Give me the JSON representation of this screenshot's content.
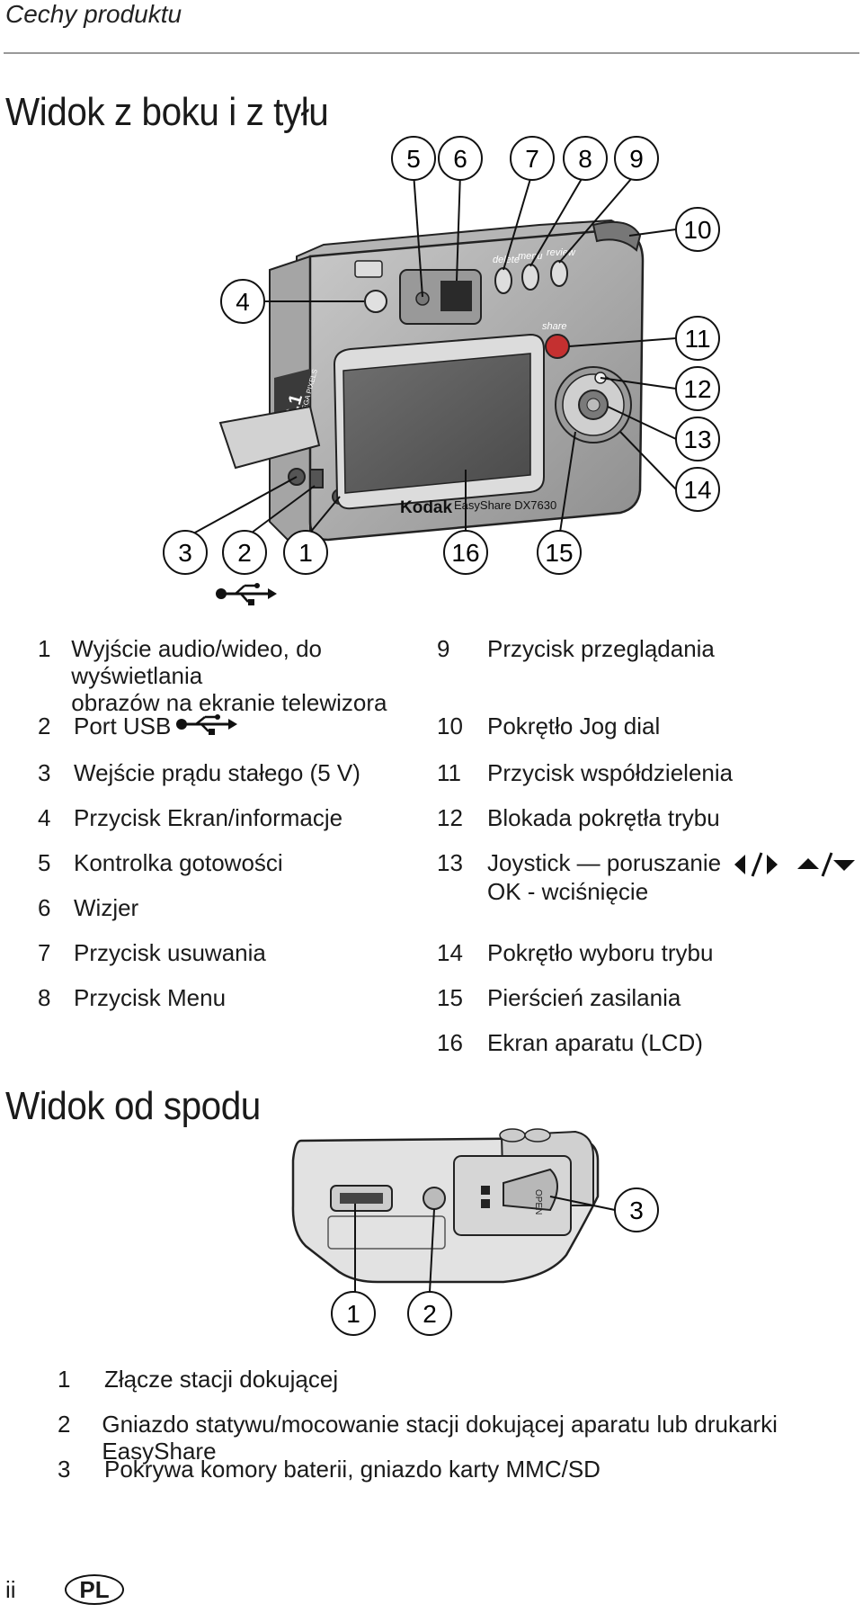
{
  "header": {
    "section": "Cechy produktu"
  },
  "side_view": {
    "title": "Widok z boku i z tyłu",
    "callouts": [
      "1",
      "2",
      "3",
      "4",
      "5",
      "6",
      "7",
      "8",
      "9",
      "10",
      "11",
      "12",
      "13",
      "14",
      "15",
      "16"
    ],
    "camera_text": {
      "brand": "Kodak",
      "model": "EasyShare DX7630",
      "mega": "6.1",
      "mega_label": "MEGA PIXELS",
      "share": "share",
      "delete": "delete",
      "menu": "menu",
      "review": "review"
    },
    "legend_left": [
      {
        "num": "1",
        "text": "Wyjście audio/wideo, do wyświetlania",
        "text2": "obrazów na ekranie telewizora"
      },
      {
        "num": "2",
        "text": "Port USB"
      },
      {
        "num": "3",
        "text": "Wejście prądu stałego (5 V)"
      },
      {
        "num": "4",
        "text": "Przycisk Ekran/informacje"
      },
      {
        "num": "5",
        "text": "Kontrolka gotowości"
      },
      {
        "num": "6",
        "text": "Wizjer"
      },
      {
        "num": "7",
        "text": "Przycisk usuwania"
      },
      {
        "num": "8",
        "text": "Przycisk Menu"
      }
    ],
    "legend_right": [
      {
        "num": "9",
        "text": "Przycisk przeglądania"
      },
      {
        "num": "10",
        "text": "Pokrętło Jog dial"
      },
      {
        "num": "11",
        "text": "Przycisk współdzielenia"
      },
      {
        "num": "12",
        "text": "Blokada pokrętła trybu"
      },
      {
        "num": "13",
        "text": "Joystick — poruszanie",
        "text2": "OK - wciśnięcie"
      },
      {
        "num": "14",
        "text": "Pokrętło wyboru trybu"
      },
      {
        "num": "15",
        "text": "Pierścień zasilania"
      },
      {
        "num": "16",
        "text": "Ekran aparatu (LCD)"
      }
    ]
  },
  "bottom_view": {
    "title": "Widok od spodu",
    "callouts": [
      "1",
      "2",
      "3"
    ],
    "open_label": "OPEN",
    "legend": [
      {
        "num": "1",
        "text": "Złącze stacji dokującej"
      },
      {
        "num": "2",
        "text": "Gniazdo statywu/mocowanie stacji dokującej aparatu lub drukarki EasyShare"
      },
      {
        "num": "3",
        "text": "Pokrywa komory baterii, gniazdo karty MMC/SD"
      }
    ]
  },
  "footer": {
    "page": "ii",
    "lang": "PL"
  }
}
